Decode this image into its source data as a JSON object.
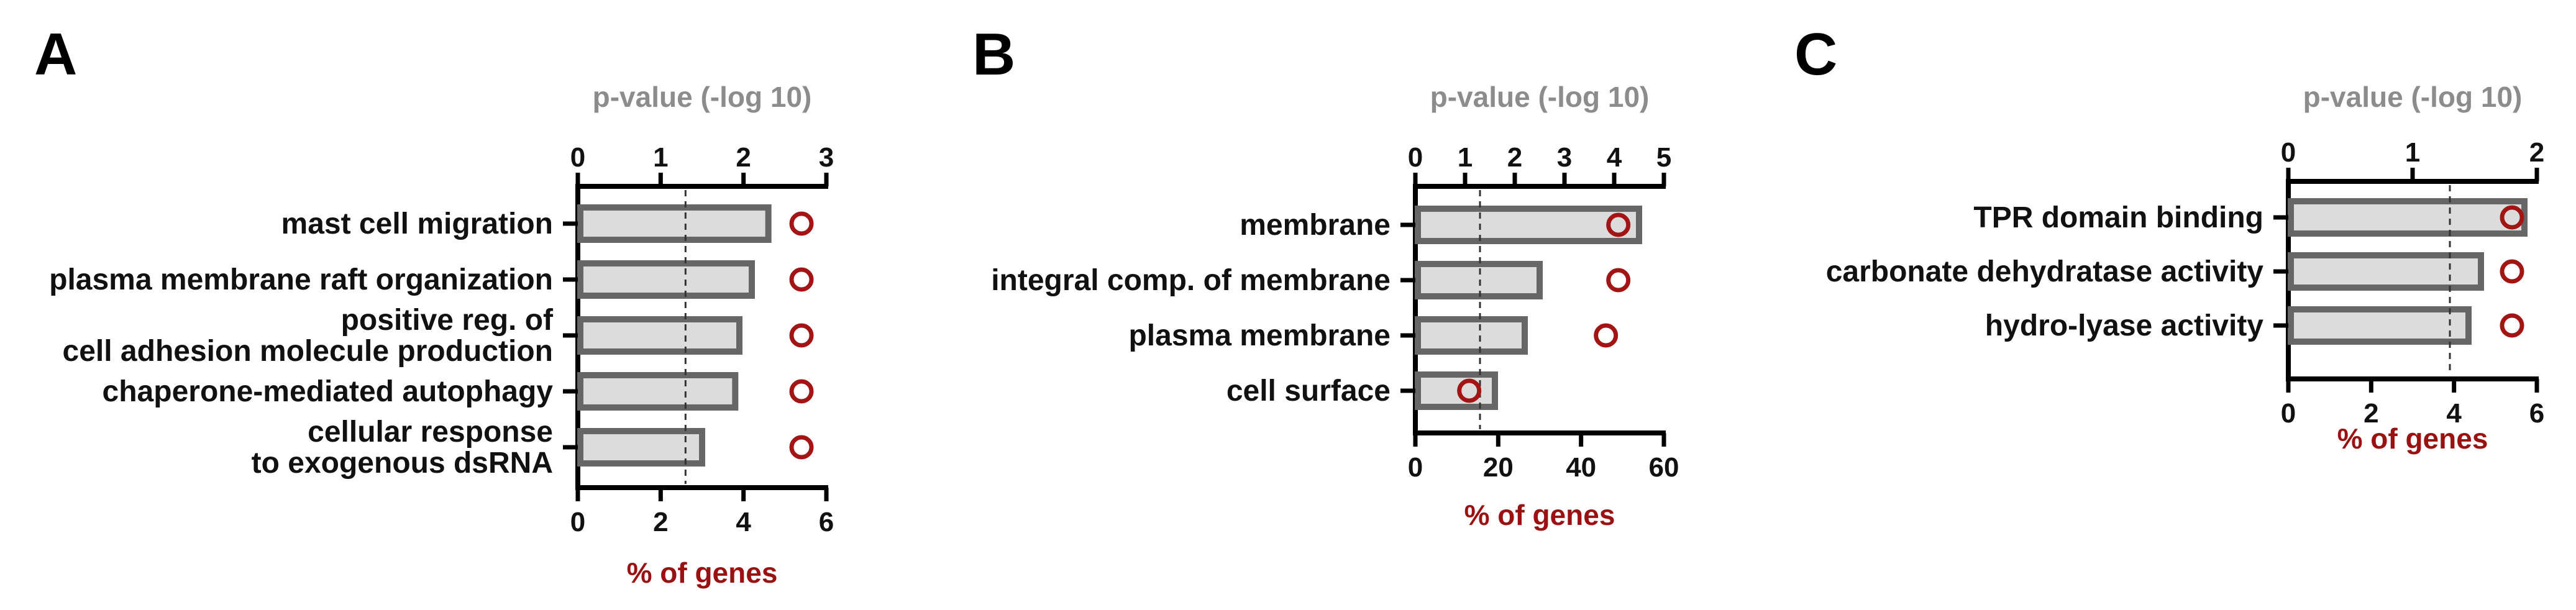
{
  "colors": {
    "bar_fill": "#dcdcdc",
    "bar_stroke": "#666666",
    "circle": "#a31515",
    "axis": "#000000",
    "pvalue_title": "#8c8c8c",
    "genes_title": "#9b1111",
    "threshold": "#333333"
  },
  "chart_data": [
    {
      "panel": "A",
      "type": "bar",
      "orientation": "horizontal",
      "categories": [
        "mast cell migration",
        "plasma membrane raft organization",
        "positive reg. of\ncell adhesion molecule production",
        "chaperone-mediated autophagy",
        "cellular response\nto exogenous dsRNA"
      ],
      "series": [
        {
          "name": "p-value (-log 10)",
          "values": [
            2.3,
            2.1,
            1.95,
            1.9,
            1.5
          ]
        },
        {
          "name": "% of genes",
          "values": [
            5.4,
            5.4,
            5.4,
            5.4,
            5.4
          ]
        }
      ],
      "top_axis": {
        "label": "p-value (-log 10)",
        "range": [
          0,
          3
        ],
        "ticks": [
          0,
          1,
          2,
          3
        ]
      },
      "bottom_axis": {
        "label": "% of genes",
        "range": [
          0,
          6
        ],
        "ticks": [
          0,
          2,
          4,
          6
        ]
      },
      "threshold": 1.3
    },
    {
      "panel": "B",
      "type": "bar",
      "orientation": "horizontal",
      "categories": [
        "membrane",
        "integral comp. of membrane",
        "plasma membrane",
        "cell surface"
      ],
      "series": [
        {
          "name": "p-value (-log 10)",
          "values": [
            4.5,
            2.5,
            2.2,
            1.6
          ]
        },
        {
          "name": "% of genes",
          "values": [
            49,
            49,
            46,
            13
          ]
        }
      ],
      "top_axis": {
        "label": "p-value (-log 10)",
        "range": [
          0,
          5
        ],
        "ticks": [
          0,
          1,
          2,
          3,
          4,
          5
        ]
      },
      "bottom_axis": {
        "label": "% of genes",
        "range": [
          0,
          60
        ],
        "ticks": [
          0,
          20,
          40,
          60
        ]
      },
      "threshold": 1.3
    },
    {
      "panel": "C",
      "type": "bar",
      "orientation": "horizontal",
      "categories": [
        "TPR domain binding",
        "carbonate dehydratase activity",
        "hydro-lyase activity"
      ],
      "series": [
        {
          "name": "p-value (-log 10)",
          "values": [
            1.9,
            1.55,
            1.45
          ]
        },
        {
          "name": "% of genes",
          "values": [
            5.4,
            5.4,
            5.4
          ]
        }
      ],
      "top_axis": {
        "label": "p-value (-log 10)",
        "range": [
          0,
          2
        ],
        "ticks": [
          0,
          1,
          2
        ]
      },
      "bottom_axis": {
        "label": "% of genes",
        "range": [
          0,
          6
        ],
        "ticks": [
          0,
          2,
          4,
          6
        ]
      },
      "threshold": 1.3
    }
  ]
}
